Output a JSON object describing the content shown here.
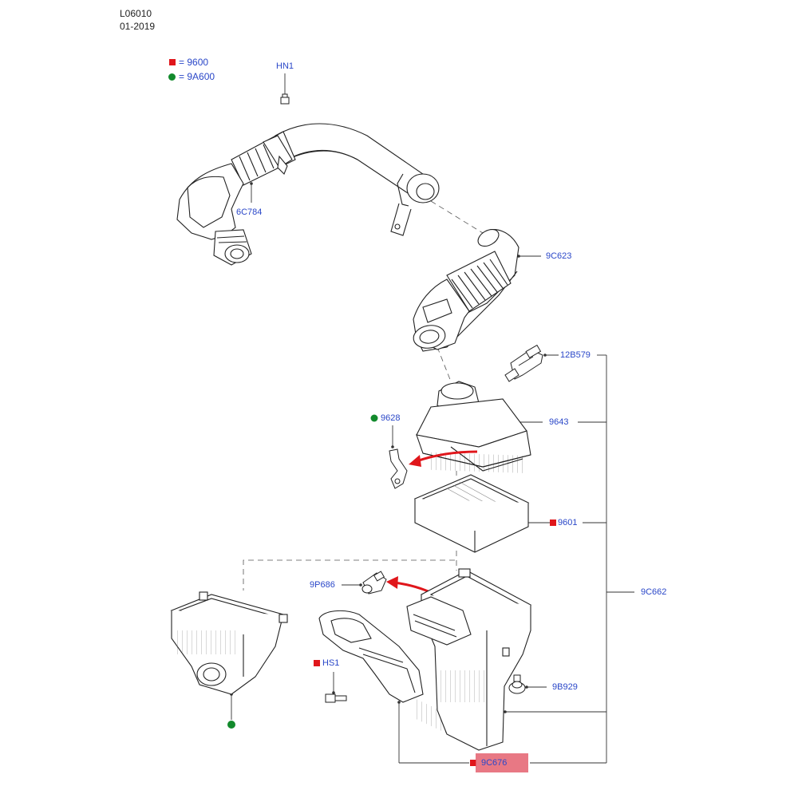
{
  "header": {
    "code": "L06010",
    "date": "01-2019"
  },
  "legend": {
    "square_label": "= 9600",
    "circle_label": "= 9A600",
    "square_color": "#e0161b",
    "circle_color": "#128a2c"
  },
  "parts": {
    "hn1": "HN1",
    "p6c784": "6C784",
    "p9c623": "9C623",
    "p12b579": "12B579",
    "p9628": "9628",
    "p9643": "9643",
    "p9601": "9601",
    "p9c662": "9C662",
    "p9p686": "9P686",
    "hs1": "HS1",
    "p9b929": "9B929",
    "p9c676": "9C676"
  },
  "highlight": {
    "part": "9C676",
    "color": "#e4606f"
  },
  "colors": {
    "label": "#2a47c8",
    "arrow": "#e0161b",
    "line": "#333333"
  }
}
